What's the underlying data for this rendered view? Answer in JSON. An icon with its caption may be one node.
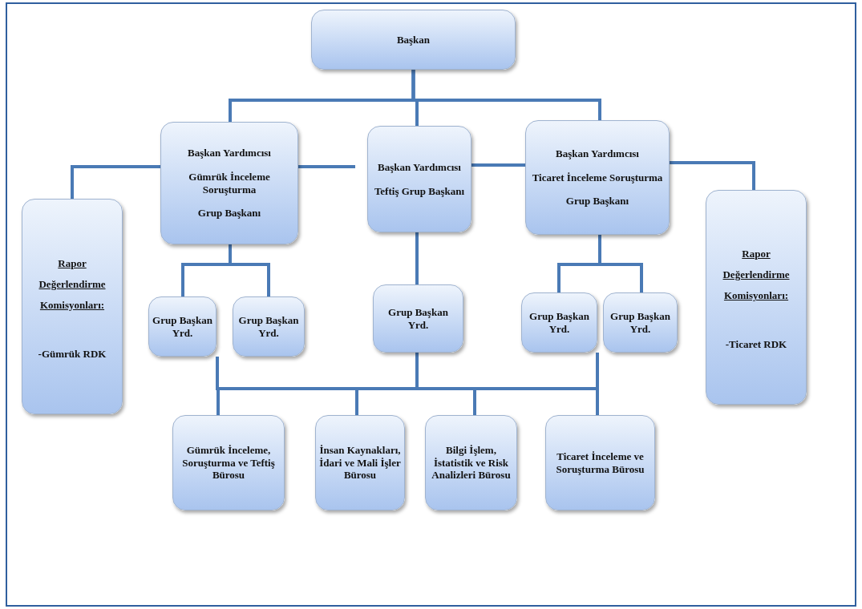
{
  "diagram": {
    "nodes": [
      {
        "text": [
          "Başkan"
        ]
      },
      {
        "text": [
          "Başkan Yardımcısı",
          "Gümrük İnceleme Soruşturma",
          "Grup Başkanı"
        ]
      },
      {
        "text": [
          "Başkan Yardımcısı",
          "Teftiş Grup Başkanı"
        ]
      },
      {
        "text": [
          "Başkan Yardımcısı",
          "Ticaret İnceleme Soruşturma",
          "Grup Başkanı"
        ]
      },
      {
        "text": [
          "Rapor Değerlendirme Komisyonları:",
          "-Gümrük RDK"
        ]
      },
      {
        "text": [
          "Rapor Değerlendirme Komisyonları:",
          "-Ticaret RDK"
        ]
      },
      {
        "text": [
          "Grup Başkan Yrd."
        ]
      },
      {
        "text": [
          "Grup Başkan Yrd."
        ]
      },
      {
        "text": [
          "Grup Başkan Yrd."
        ]
      },
      {
        "text": [
          "Grup Başkan Yrd."
        ]
      },
      {
        "text": [
          "Grup Başkan Yrd."
        ]
      },
      {
        "text": [
          "Gümrük İnceleme, Soruşturma ve Teftiş Bürosu"
        ]
      },
      {
        "text": [
          "İnsan Kaynakları, İdari ve Mali İşler Bürosu"
        ]
      },
      {
        "text": [
          "Bilgi İşlem, İstatistik ve Risk Analizleri Bürosu"
        ]
      },
      {
        "text": [
          "Ticaret İnceleme ve Soruşturma Bürosu"
        ]
      }
    ],
    "edges": [
      {
        "from": 0,
        "to": 1,
        "arrow": "none"
      },
      {
        "from": 0,
        "to": 2,
        "arrow": "none"
      },
      {
        "from": 0,
        "to": 3,
        "arrow": "none"
      },
      {
        "from": 1,
        "to": 4,
        "arrow": "none"
      },
      {
        "from": 3,
        "to": 5,
        "arrow": "none"
      },
      {
        "from": 1,
        "to": null,
        "arrow": "none"
      },
      {
        "from": 2,
        "to": 3,
        "arrow": "none"
      },
      {
        "from": 1,
        "to": 6,
        "arrow": "none"
      },
      {
        "from": 1,
        "to": 7,
        "arrow": "none"
      },
      {
        "from": 2,
        "to": 8,
        "arrow": "none"
      },
      {
        "from": 3,
        "to": 9,
        "arrow": "none"
      },
      {
        "from": 3,
        "to": 10,
        "arrow": "none"
      },
      {
        "from": 6,
        "to": 11,
        "arrow": "none"
      },
      {
        "from": 6,
        "to": 12,
        "arrow": "none"
      },
      {
        "from": 6,
        "to": 13,
        "arrow": "none"
      },
      {
        "from": 6,
        "to": 14,
        "arrow": "none"
      },
      {
        "from": 8,
        "to": 11,
        "arrow": "none"
      },
      {
        "from": 8,
        "to": 12,
        "arrow": "none"
      },
      {
        "from": 8,
        "to": 13,
        "arrow": "none"
      },
      {
        "from": 8,
        "to": 14,
        "arrow": "none"
      },
      {
        "from": 9,
        "to": 11,
        "arrow": "none"
      },
      {
        "from": 9,
        "to": 12,
        "arrow": "none"
      },
      {
        "from": 9,
        "to": 13,
        "arrow": "none"
      },
      {
        "from": 9,
        "to": 14,
        "arrow": "none"
      }
    ]
  }
}
